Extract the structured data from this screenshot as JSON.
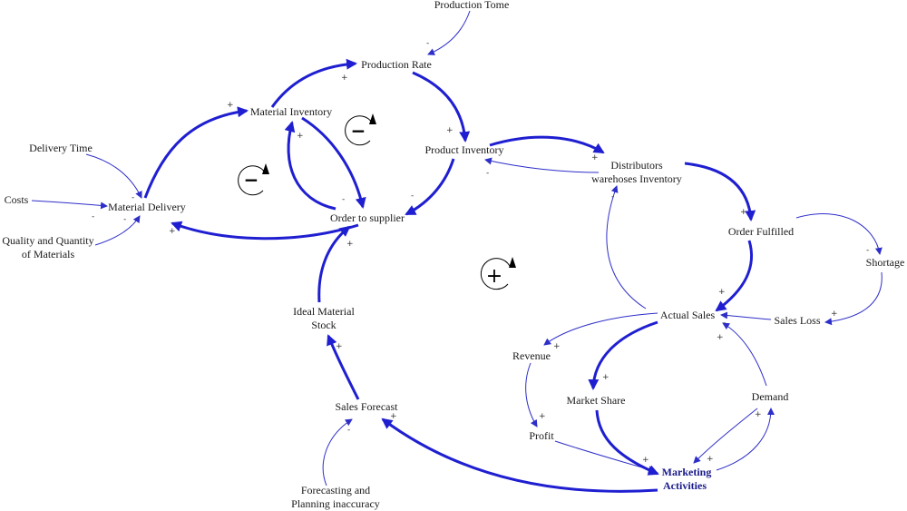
{
  "nodes": {
    "production_tome": "Production Tome",
    "production_rate": "Production Rate",
    "material_inventory": "Material Inventory",
    "product_inventory": "Product Inventory",
    "distributors_line1": "Distributors",
    "distributors_line2": "warehoses Inventory",
    "delivery_time": "Delivery Time",
    "costs": "Costs",
    "material_delivery": "Material Delivery",
    "quality_line1": "Quality and Quantity",
    "quality_line2": "of Materials",
    "order_to_supplier": "Order to supplier",
    "order_fulfilled": "Order Fulfilled",
    "shortage": "Shortage",
    "ideal_stock_line1": "Ideal Material",
    "ideal_stock_line2": "Stock",
    "actual_sales": "Actual Sales",
    "sales_loss": "Sales Loss",
    "revenue": "Revenue",
    "market_share": "Market Share",
    "demand": "Demand",
    "sales_forecast": "Sales Forecast",
    "profit": "Profit",
    "marketing_line1": "Marketing",
    "marketing_line2": "Activities",
    "forecasting_line1": "Forecasting and",
    "forecasting_line2": "Planning inaccuracy"
  },
  "loops": {
    "balancing_1": "−",
    "balancing_2": "−",
    "reinforcing": "+"
  },
  "colors": {
    "link": "#2e2ec9",
    "strong_link": "#1f1fd1",
    "text": "#1a1a1a",
    "emphasis_text": "#1a1a8c"
  }
}
